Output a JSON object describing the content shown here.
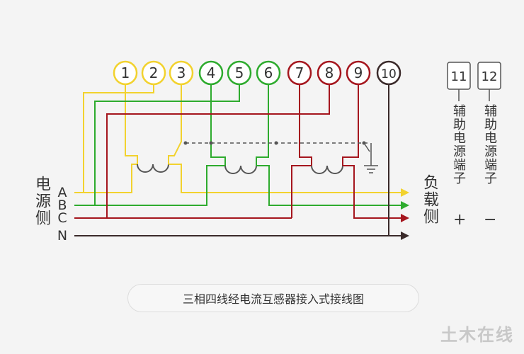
{
  "terminals": [
    {
      "id": "1",
      "color": "yellow"
    },
    {
      "id": "2",
      "color": "yellow"
    },
    {
      "id": "3",
      "color": "yellow"
    },
    {
      "id": "4",
      "color": "green"
    },
    {
      "id": "5",
      "color": "green"
    },
    {
      "id": "6",
      "color": "green"
    },
    {
      "id": "7",
      "color": "red"
    },
    {
      "id": "8",
      "color": "red"
    },
    {
      "id": "9",
      "color": "red"
    },
    {
      "id": "10",
      "color": "black"
    }
  ],
  "aux_terminals": [
    {
      "id": "11",
      "label": "辅助电源端子",
      "sign": "+"
    },
    {
      "id": "12",
      "label": "辅助电源端子",
      "sign": "−"
    }
  ],
  "source_label": "电源侧",
  "load_label": "负载侧",
  "phases": [
    "A",
    "B",
    "C",
    "N"
  ],
  "caption": "三相四线经电流互感器接入式接线图",
  "watermark": "土木在线",
  "colors": {
    "yellow": "#f2d22e",
    "green": "#2eab2e",
    "red": "#a5161e",
    "black": "#3a2a2a",
    "gray": "#555555"
  }
}
